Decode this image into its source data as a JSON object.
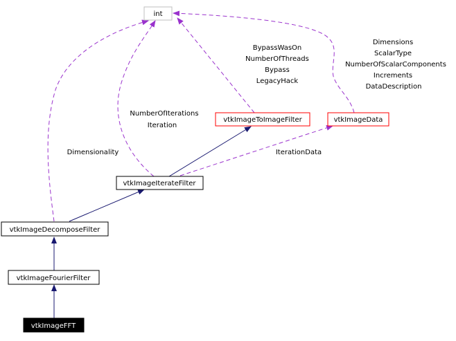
{
  "nodes": {
    "int": "int",
    "image_to_image_filter": "vtkImageToImageFilter",
    "image_data": "vtkImageData",
    "image_iterate_filter": "vtkImageIterateFilter",
    "image_decompose_filter": "vtkImageDecomposeFilter",
    "image_fourier_filter": "vtkImageFourierFilter",
    "image_fft": "vtkImageFFT"
  },
  "edge_labels": {
    "to_image_filter_members": [
      "BypassWasOn",
      "NumberOfThreads",
      "Bypass",
      "LegacyHack"
    ],
    "image_data_members": [
      "Dimensions",
      "ScalarType",
      "NumberOfScalarComponents",
      "Increments",
      "DataDescription"
    ],
    "iterate_filter_members": [
      "NumberOfIterations",
      "Iteration"
    ],
    "decompose_filter_member": "Dimensionality",
    "iteration_data": "IterationData"
  },
  "colors": {
    "inheritance_edge": "#191970",
    "usage_edge": "#9a32cd",
    "documented_class_border": "#ff0000",
    "undocumented_class_border": "#000000",
    "builtin_border": "#bfbfbf",
    "focus_fill": "#000000",
    "focus_text": "#ffffff"
  }
}
